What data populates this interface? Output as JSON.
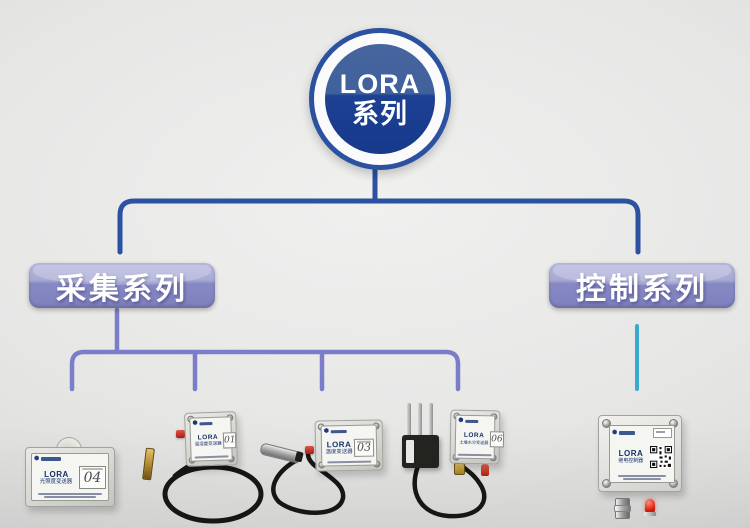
{
  "root": {
    "title_line1": "LORA",
    "title_line2": "系列"
  },
  "branches": {
    "left": {
      "label": "采集系列"
    },
    "right": {
      "label": "控制系列"
    }
  },
  "products": [
    {
      "brand": "LORA",
      "name": "光照度变送器",
      "code": "04"
    },
    {
      "brand": "LORA",
      "name": "温湿度变送器",
      "code": "01"
    },
    {
      "brand": "LORA",
      "name": "温度变送器",
      "code": "03"
    },
    {
      "brand": "LORA",
      "name": "土壤水分变送器",
      "code": "06"
    },
    {
      "brand": "LORA",
      "name": "继电控制器",
      "code": ""
    }
  ],
  "colors": {
    "tree_blue": "#2b51a1",
    "node_fill_top": "#47659f",
    "node_fill_bottom": "#17398b",
    "series_button_purple": "#8789c4",
    "sub_tree_purple": "#7c7dc9",
    "control_line_cyan": "#3aa9ce"
  },
  "icons": {
    "brand_logo_glyph": "⬢"
  }
}
